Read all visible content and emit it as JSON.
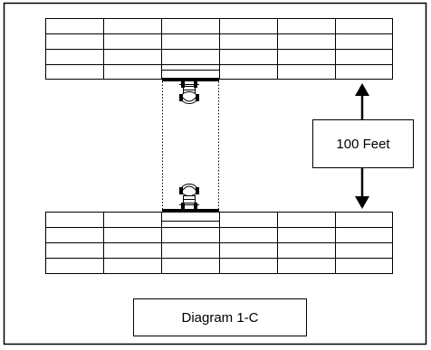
{
  "diagram": {
    "distance_label": "100 Feet",
    "caption": "Diagram 1-C",
    "grid": {
      "rows": 4,
      "cols": 6
    },
    "vehicles": [
      {
        "id": "top-vehicle",
        "facing": "down"
      },
      {
        "id": "bottom-vehicle",
        "facing": "up"
      }
    ],
    "arrow": {
      "type": "double-headed",
      "orientation": "vertical"
    }
  }
}
